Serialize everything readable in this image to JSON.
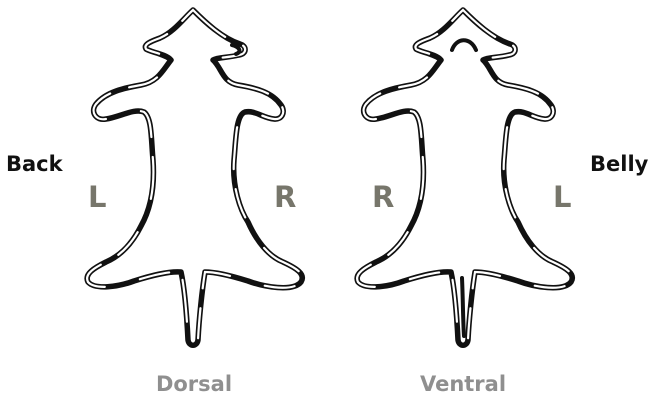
{
  "side_labels": {
    "left": "Back",
    "right": "Belly"
  },
  "dorsal": {
    "caption": "Dorsal",
    "left_marker": "L",
    "right_marker": "R"
  },
  "ventral": {
    "caption": "Ventral",
    "left_marker": "R",
    "right_marker": "L"
  },
  "colors": {
    "outline": "#111111",
    "marker": "#77766b",
    "caption": "#8f8f8f"
  }
}
